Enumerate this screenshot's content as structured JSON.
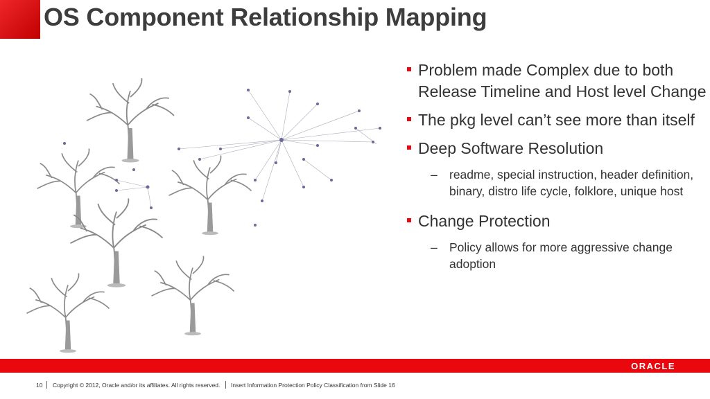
{
  "slide": {
    "title": "OS Component Relationship Mapping",
    "accent_color": "#e8080e"
  },
  "bullets": [
    {
      "text": "Problem made Complex due to both Release Timeline and Host level Change"
    },
    {
      "text": "The pkg level can’t see more than itself"
    },
    {
      "text": "Deep Software Resolution",
      "sub": "readme, special instruction, header definition, binary, distro life cycle, folklore, unique host"
    },
    {
      "text": "Change Protection",
      "sub": "Policy allows for more aggressive change adoption"
    }
  ],
  "sub_marker": "–",
  "brand": {
    "logo_text": "ORACLE"
  },
  "footer": {
    "page_number": "10",
    "copyright": "Copyright © 2012, Oracle and/or its affiliates. All rights reserved.",
    "classification": "Insert Information Protection Policy Classification from Slide 16"
  },
  "illustration": {
    "icons": [
      "tree-icon",
      "network-graph-icon"
    ]
  }
}
